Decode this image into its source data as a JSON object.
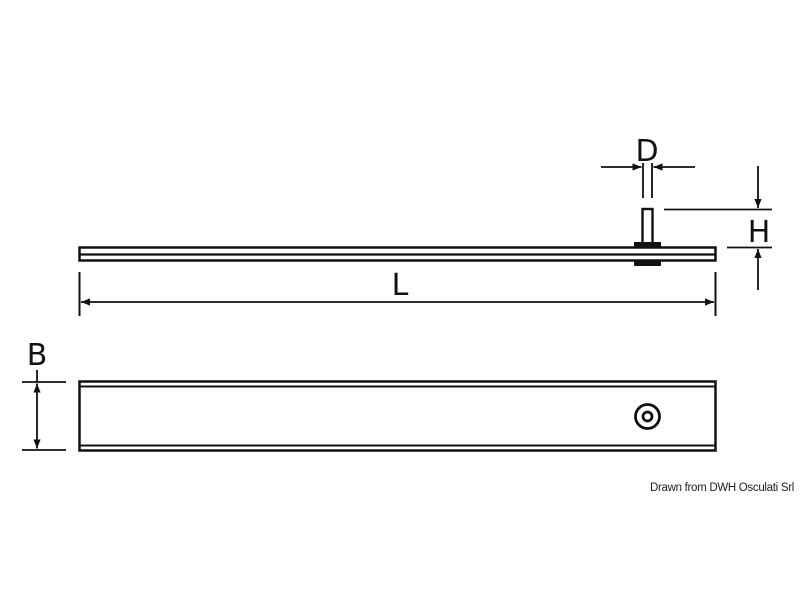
{
  "drawing": {
    "title": "Flat bar with stud - technical drawing",
    "views": {
      "side_view": {
        "name": "side view",
        "features": [
          "flat bar",
          "threaded stud",
          "washer/nut"
        ]
      },
      "top_view": {
        "name": "top view",
        "features": [
          "flat bar",
          "stud hole (concentric circles)"
        ]
      }
    },
    "dimensions": {
      "length": {
        "label": "L"
      },
      "width": {
        "label": "B"
      },
      "stud_diameter": {
        "label": "D"
      },
      "stud_height": {
        "label": "H"
      }
    },
    "colors": {
      "line": "#111111",
      "background": "#ffffff"
    }
  },
  "credit": "Drawn from DWH Osculati Srl"
}
